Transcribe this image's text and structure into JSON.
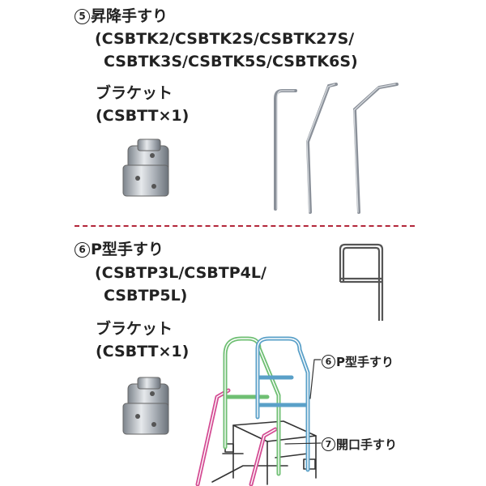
{
  "section5": {
    "number": "5",
    "title": "昇降手すり",
    "models_line1": "(CSBTK2/CSBTK2S/CSBTK27S/",
    "models_line2": "CSBTK3S/CSBTK5S/CSBTK6S)",
    "bracket_label": "ブラケット",
    "bracket_model": "(CSBTT×1)"
  },
  "section6": {
    "number": "6",
    "title": "P型手すり",
    "models_line1": "(CSBTP3L/CSBTP4L/",
    "models_line2": "CSBTP5L)",
    "bracket_label": "ブラケット",
    "bracket_model": "(CSBTT×1)"
  },
  "diagram": {
    "callout6_number": "6",
    "callout6_text": "P型手すり",
    "callout7_number": "7",
    "callout7_text": "開口手すり"
  },
  "colors": {
    "divider": "#b3263a",
    "pink_rail": "#d44d94",
    "green_rail": "#6fbf73",
    "blue_rail": "#5aa0c8",
    "metal": "#8a9099"
  }
}
